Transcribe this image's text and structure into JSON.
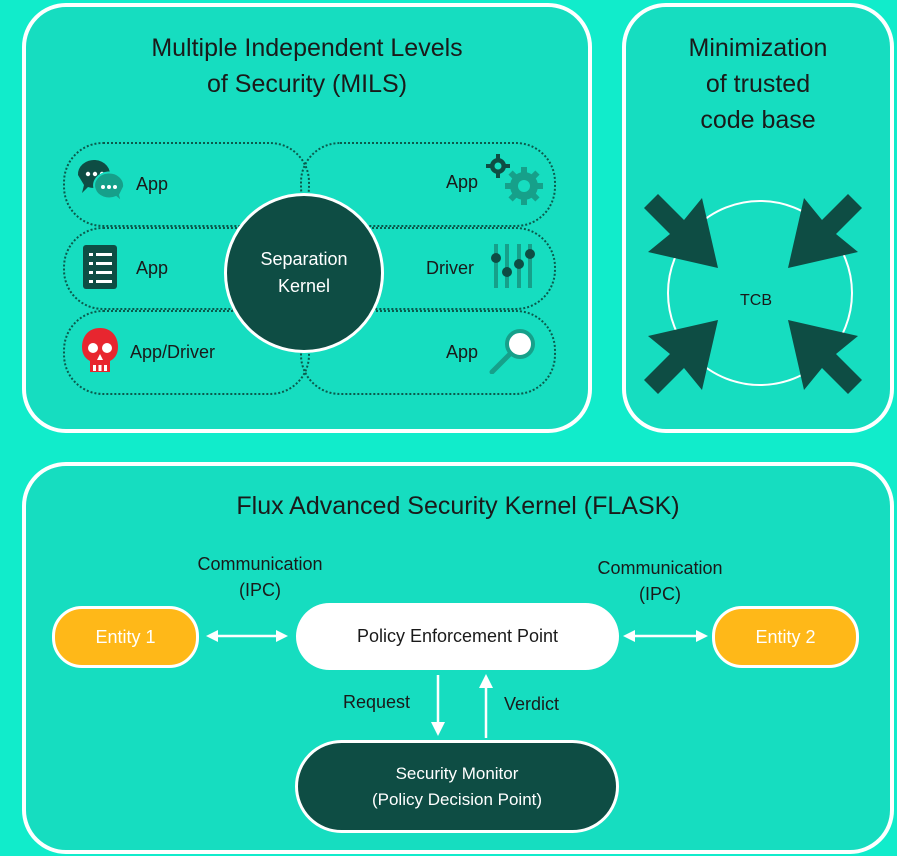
{
  "mils": {
    "title_line1": "Multiple Independent Levels",
    "title_line2": "of Security (MILS)",
    "kernel_line1": "Separation",
    "kernel_line2": "Kernel",
    "left": [
      {
        "label": "App",
        "icon": "chat-bubbles-icon"
      },
      {
        "label": "App",
        "icon": "checklist-icon"
      },
      {
        "label": "App/Driver",
        "icon": "skull-icon"
      }
    ],
    "right": [
      {
        "label": "App",
        "icon": "gears-icon"
      },
      {
        "label": "Driver",
        "icon": "equalizer-sliders-icon"
      },
      {
        "label": "App",
        "icon": "magnifier-icon"
      }
    ]
  },
  "tcb": {
    "title_line1": "Minimization",
    "title_line2": "of trusted",
    "title_line3": "code base",
    "label": "TCB"
  },
  "flask": {
    "title": "Flux Advanced Security Kernel (FLASK)",
    "comm_left_line1": "Communication",
    "comm_left_line2": "(IPC)",
    "comm_right_line1": "Communication",
    "comm_right_line2": "(IPC)",
    "entity1": "Entity 1",
    "entity2": "Entity 2",
    "pep": "Policy Enforcement Point",
    "request": "Request",
    "verdict": "Verdict",
    "monitor_line1": "Security Monitor",
    "monitor_line2": "(Policy Decision Point)"
  },
  "colors": {
    "background": "#11ECCB",
    "dark_teal": "#0E4D44",
    "icon_green": "#16A08A",
    "entity_orange": "#FFB818",
    "skull_red": "#E8262F",
    "white": "#FFFFFF"
  }
}
